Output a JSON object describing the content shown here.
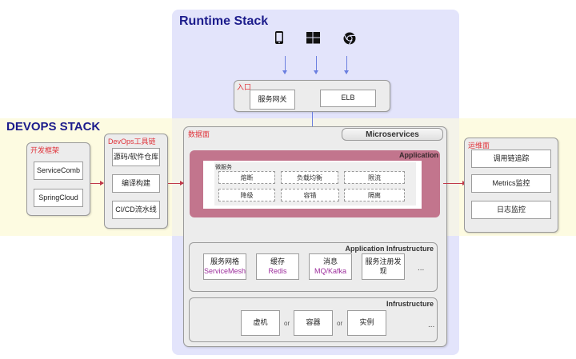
{
  "runtime_stack": {
    "title": "Runtime Stack",
    "clients": [
      {
        "icon": "mobile-phone-icon"
      },
      {
        "icon": "windows-icon"
      },
      {
        "icon": "chrome-icon"
      }
    ],
    "entry": {
      "label": "入口",
      "items": [
        "服务网关",
        "ELB"
      ]
    },
    "data_plane": {
      "label": "数据面",
      "badge": "Microservices",
      "application": {
        "title": "Application",
        "inner_label": "微服务",
        "capabilities": [
          "熔断",
          "负载均衡",
          "限流",
          "降级",
          "容错",
          "隔离"
        ]
      },
      "app_infra": {
        "title": "Application Infrustructure",
        "items": [
          {
            "line1": "服务网格",
            "line2": "ServiceMesh"
          },
          {
            "line1": "缓存",
            "line2": "Redis"
          },
          {
            "line1": "消息",
            "line2": "MQ/Kafka"
          },
          {
            "line1": "服务注册发现",
            "line2": ""
          }
        ],
        "more": "..."
      },
      "infra": {
        "title": "Infrustructure",
        "items": [
          "虚机",
          "容器",
          "实例"
        ],
        "separator": "or",
        "more": "..."
      }
    }
  },
  "devops_stack": {
    "title": "DEVOPS STACK",
    "dev_framework": {
      "label": "开发框架",
      "items": [
        "ServiceComb",
        "SpringCloud"
      ]
    },
    "toolchain": {
      "label": "DevOps工具链",
      "items": [
        "源码/软件仓库",
        "编译构建",
        "CI/CD流水线"
      ]
    },
    "ops_plane": {
      "label": "运维面",
      "items": [
        "调用链追踪",
        "Metrics监控",
        "日志监控"
      ]
    }
  },
  "colors": {
    "runtime_bg": "#e3e4fb",
    "devops_bg": "#fdfbe1",
    "title_blue": "#1c1c8c",
    "label_red": "#e0343b",
    "application_pink": "#c2758d",
    "arrow_red": "#c0394a",
    "arrow_blue": "#6b7fe0"
  }
}
